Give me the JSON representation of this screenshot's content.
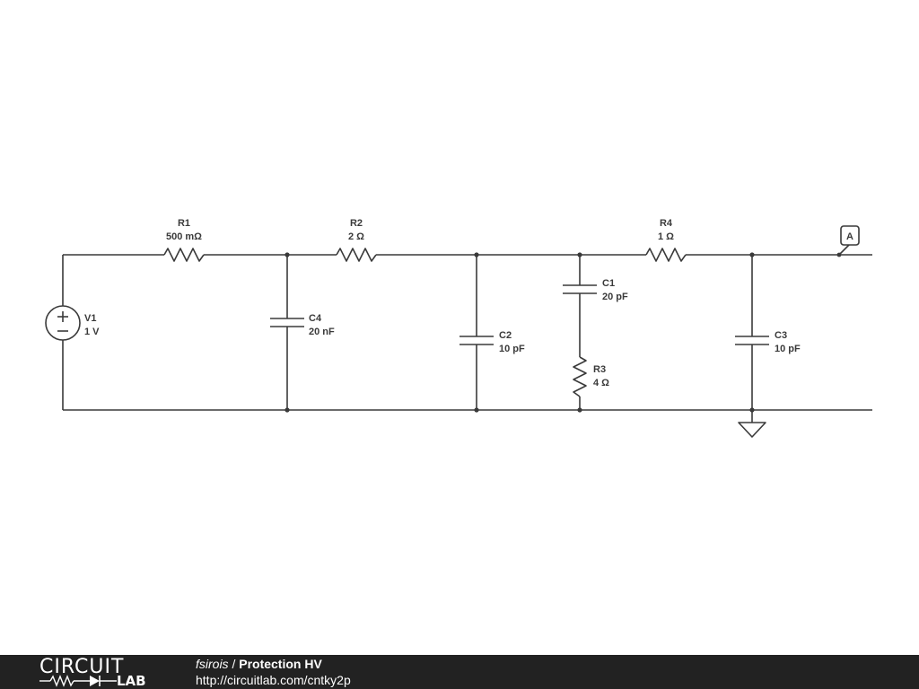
{
  "components": {
    "V1": {
      "name": "V1",
      "value": "1 V"
    },
    "R1": {
      "name": "R1",
      "value": "500 mΩ"
    },
    "R2": {
      "name": "R2",
      "value": "2 Ω"
    },
    "R3": {
      "name": "R3",
      "value": "4 Ω"
    },
    "R4": {
      "name": "R4",
      "value": "1 Ω"
    },
    "C1": {
      "name": "C1",
      "value": "20 pF"
    },
    "C2": {
      "name": "C2",
      "value": "10 pF"
    },
    "C3": {
      "name": "C3",
      "value": "10 pF"
    },
    "C4": {
      "name": "C4",
      "value": "20 nF"
    }
  },
  "probe": {
    "label": "A"
  },
  "footer": {
    "logo_top": "CIRCUIT",
    "logo_bottom": "LAB",
    "author": "fsirois",
    "separator": " / ",
    "title": "Protection HV",
    "url": "http://circuitlab.com/cntky2p"
  }
}
